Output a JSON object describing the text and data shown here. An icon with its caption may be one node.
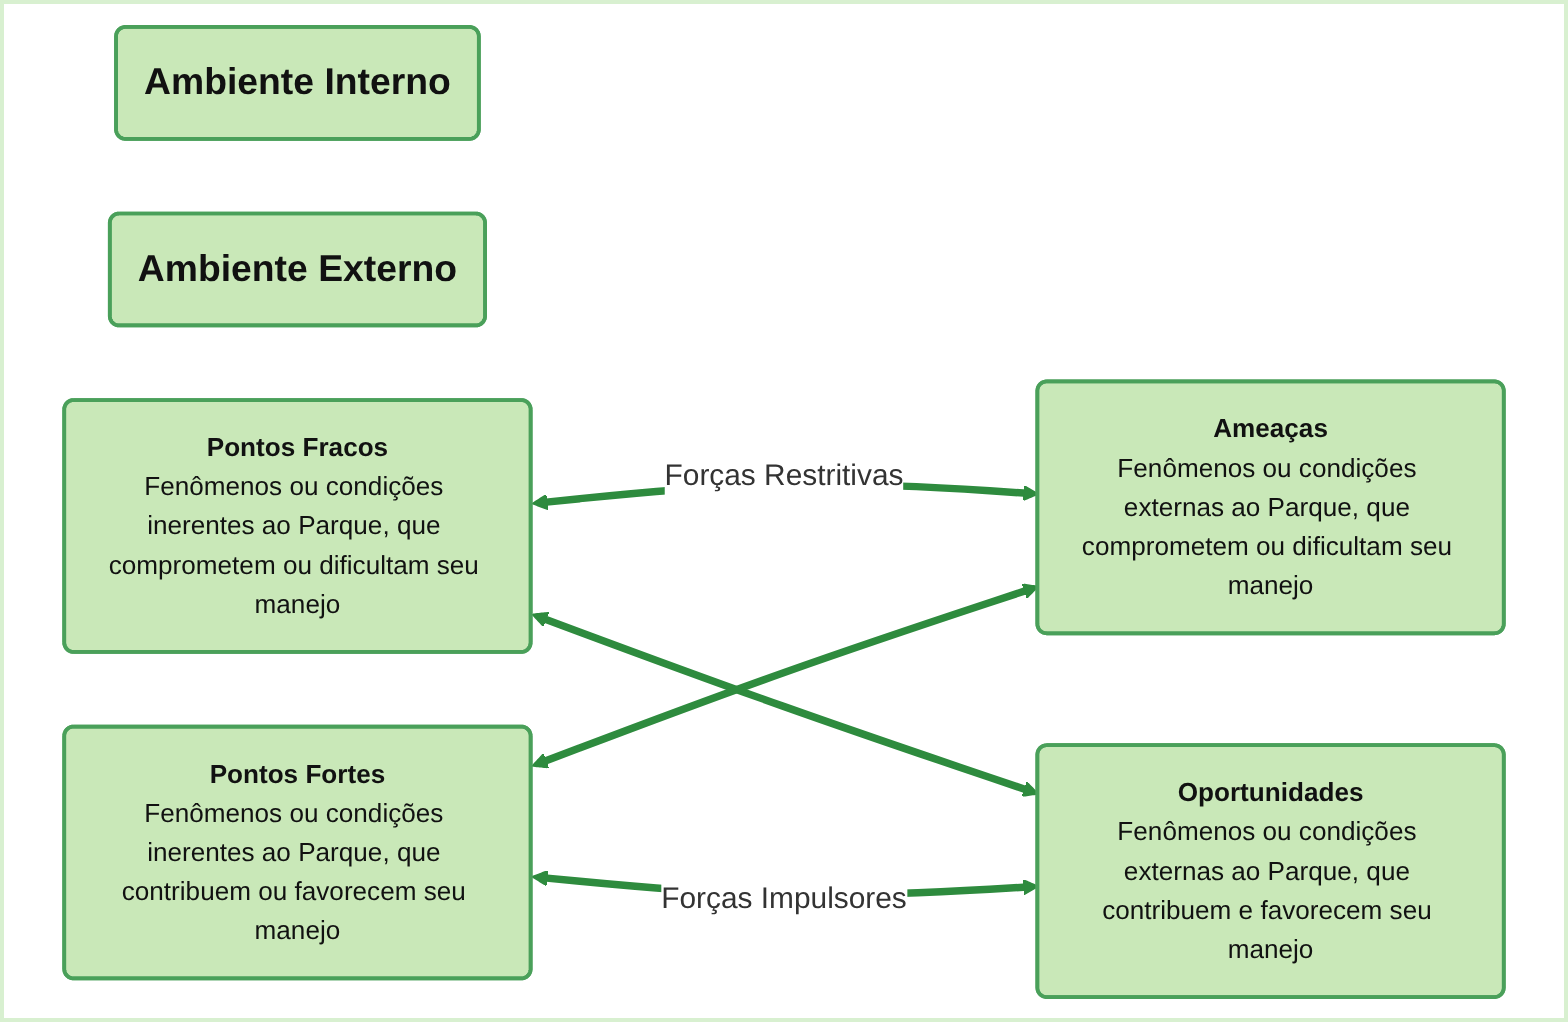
{
  "diagram": {
    "nodes": [
      {
        "text": [
          "Ambiente Interno"
        ]
      },
      {
        "text": [
          "Ambiente Externo"
        ]
      },
      {
        "text": [
          "Pontos Fracos",
          "Fenômenos ou condições inerentes ao Parque, que comprometem ou dificultam seu manejo"
        ]
      },
      {
        "text": [
          "Ameaças",
          "Fenômenos ou condições externas ao Parque, que comprometem ou dificultam seu manejo"
        ]
      },
      {
        "text": [
          "Pontos Fortes",
          "Fenômenos ou condições inerentes ao Parque, que contribuem ou favorecem seu manejo"
        ]
      },
      {
        "text": [
          "Oportunidades",
          "Fenômenos ou condições externas ao Parque, que contribuem e favorecem seu manejo"
        ]
      }
    ],
    "edges": [
      {
        "from": 2,
        "to": 3,
        "arrow": "both",
        "label": "Forças Restritivas"
      },
      {
        "from": 2,
        "to": 5,
        "arrow": "both"
      },
      {
        "from": 4,
        "to": 3,
        "arrow": "both"
      },
      {
        "from": 4,
        "to": 5,
        "arrow": "both",
        "label": "Forças Impulsores"
      }
    ]
  }
}
